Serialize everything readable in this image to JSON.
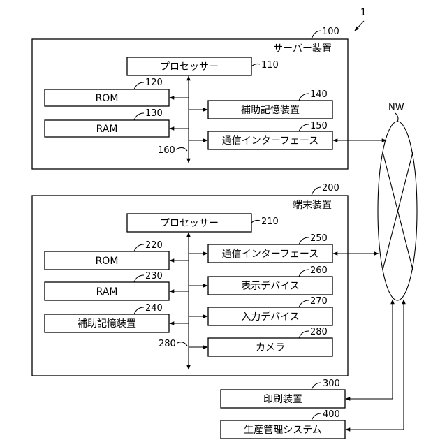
{
  "figure_ref": "1",
  "server": {
    "ref": "100",
    "title": "サーバー装置",
    "processor": {
      "label": "プロセッサー",
      "ref": "110"
    },
    "rom": {
      "label": "ROM",
      "ref": "120"
    },
    "ram": {
      "label": "RAM",
      "ref": "130"
    },
    "storage": {
      "label": "補助記憶装置",
      "ref": "140"
    },
    "comm": {
      "label": "通信インターフェース",
      "ref": "150"
    },
    "bus_ref": "160"
  },
  "terminal": {
    "ref": "200",
    "title": "端末装置",
    "processor": {
      "label": "プロセッサー",
      "ref": "210"
    },
    "rom": {
      "label": "ROM",
      "ref": "220"
    },
    "ram": {
      "label": "RAM",
      "ref": "230"
    },
    "storage": {
      "label": "補助記憶装置",
      "ref": "240"
    },
    "comm": {
      "label": "通信インターフェース",
      "ref": "250"
    },
    "display": {
      "label": "表示デバイス",
      "ref": "260"
    },
    "input": {
      "label": "入力デバイス",
      "ref": "270"
    },
    "camera": {
      "label": "カメラ",
      "ref": "280"
    },
    "bus_ref": "280"
  },
  "network": {
    "label": "NW"
  },
  "printer": {
    "label": "印刷装置",
    "ref": "300"
  },
  "production": {
    "label": "生産管理システム",
    "ref": "400"
  }
}
